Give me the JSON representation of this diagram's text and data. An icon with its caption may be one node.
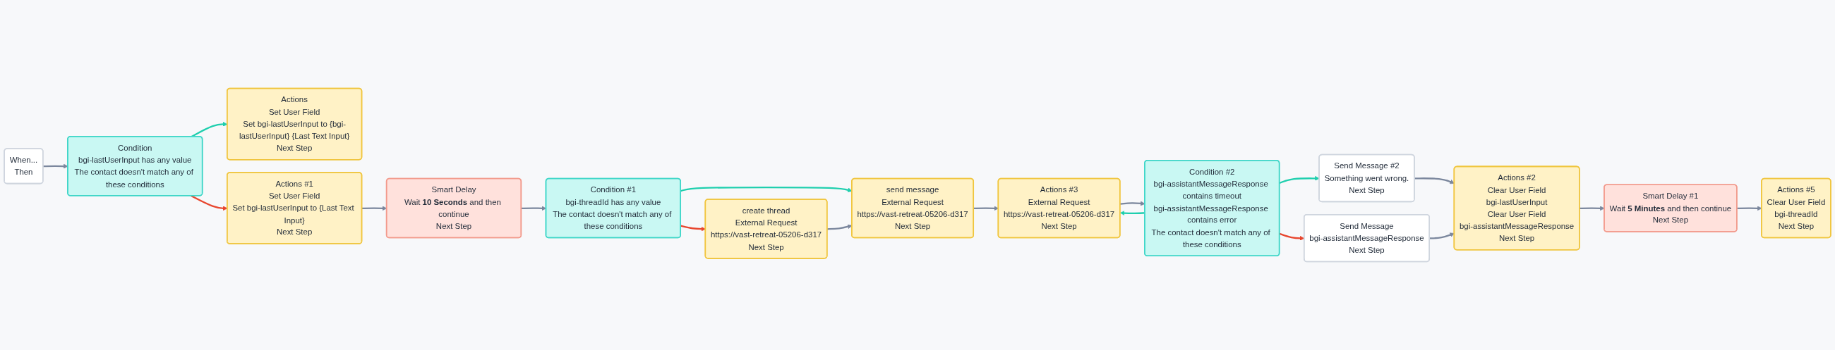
{
  "diagram": {
    "nodes": [
      {
        "text": [
          "When...",
          "Then"
        ]
      },
      {
        "text": [
          "Condition",
          "bgi-lastUserInput has any value",
          "The contact doesn't match any of these conditions"
        ]
      },
      {
        "text": [
          "Actions",
          "Set User Field",
          "Set bgi-lastUserInput to {bgi-lastUserInput} {Last Text Input}",
          "Next Step"
        ]
      },
      {
        "text": [
          "Actions #1",
          "Set User Field",
          "Set bgi-lastUserInput to {Last Text Input}",
          "Next Step"
        ]
      },
      {
        "text": [
          "Smart Delay",
          "Wait **10 Seconds** and then continue",
          "Next Step"
        ]
      },
      {
        "text": [
          "Condition #1",
          "bgi-threadId has any value",
          "The contact doesn't match any of these conditions"
        ]
      },
      {
        "text": [
          "send message",
          "External Request",
          "https://vast-retreat-05206-d317",
          "Next Step"
        ]
      },
      {
        "text": [
          "create thread",
          "External Request",
          "https://vast-retreat-05206-d317",
          "Next Step"
        ]
      },
      {
        "text": [
          "Actions #3",
          "External Request",
          "https://vast-retreat-05206-d317",
          "Next Step"
        ]
      },
      {
        "text": [
          "Condition #2",
          "bgi-assistantMessageResponse contains timeout",
          "bgi-assistantMessageResponse contains error",
          "The contact doesn't match any of these conditions"
        ]
      },
      {
        "text": [
          "Send Message #2",
          "Something went wrong.",
          "Next Step"
        ]
      },
      {
        "text": [
          "Send Message",
          "bgi-assistantMessageResponse",
          "Next Step"
        ]
      },
      {
        "text": [
          "Actions #2",
          "Clear User Field",
          "bgi-lastUserInput",
          "Clear User Field",
          "bgi-assistantMessageResponse",
          "Next Step"
        ]
      },
      {
        "text": [
          "Smart Delay #1",
          "Wait **5 Minutes** and then continue",
          "Next Step"
        ]
      },
      {
        "text": [
          "Actions #5",
          "Clear User Field",
          "bgi-threadId",
          "Next Step"
        ]
      }
    ],
    "edges": [
      {
        "from": 0,
        "to": 1,
        "arrow": "to"
      },
      {
        "from": 1,
        "to": 2,
        "arrow": "to",
        "color": "#1fcfae"
      },
      {
        "from": 1,
        "to": 3,
        "arrow": "to",
        "color": "#e8462e"
      },
      {
        "from": 3,
        "to": 4,
        "arrow": "to"
      },
      {
        "from": 4,
        "to": 5,
        "arrow": "to"
      },
      {
        "from": 5,
        "to": 6,
        "arrow": "to",
        "color": "#1fcfae"
      },
      {
        "from": 5,
        "to": 7,
        "arrow": "to",
        "color": "#e8462e"
      },
      {
        "from": 7,
        "to": 6,
        "arrow": "to"
      },
      {
        "from": 6,
        "to": 8,
        "arrow": "to"
      },
      {
        "from": 8,
        "to": 9,
        "arrow": "to"
      },
      {
        "from": 9,
        "to": 8,
        "arrow": "to",
        "color": "#1fcfae"
      },
      {
        "from": 9,
        "to": 10,
        "arrow": "to",
        "color": "#1fcfae"
      },
      {
        "from": 9,
        "to": 11,
        "arrow": "to",
        "color": "#e8462e"
      },
      {
        "from": 10,
        "to": 12,
        "arrow": "to"
      },
      {
        "from": 11,
        "to": 12,
        "arrow": "to"
      },
      {
        "from": 12,
        "to": 13,
        "arrow": "to"
      },
      {
        "from": 13,
        "to": 14,
        "arrow": "to"
      }
    ]
  }
}
